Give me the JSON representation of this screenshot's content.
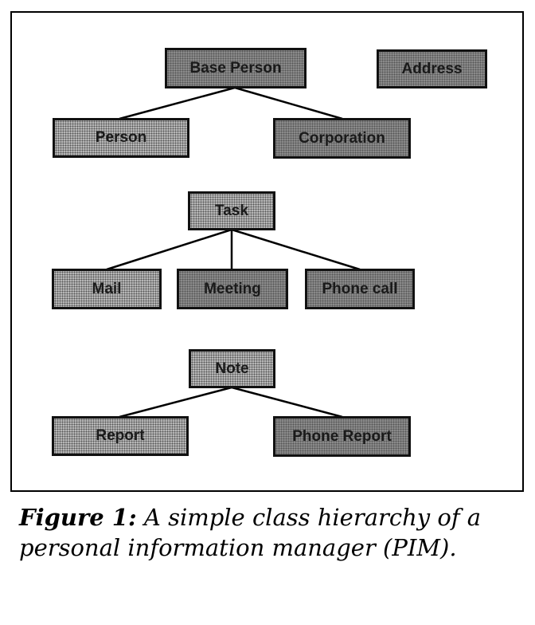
{
  "nodes": {
    "base_person": "Base Person",
    "address": "Address",
    "person": "Person",
    "corporation": "Corporation",
    "task": "Task",
    "mail": "Mail",
    "meeting": "Meeting",
    "phone_call": "Phone call",
    "note": "Note",
    "report": "Report",
    "phone_report": "Phone Report"
  },
  "edges": [
    [
      "Base Person",
      "Person"
    ],
    [
      "Base Person",
      "Corporation"
    ],
    [
      "Task",
      "Mail"
    ],
    [
      "Task",
      "Meeting"
    ],
    [
      "Task",
      "Phone call"
    ],
    [
      "Note",
      "Report"
    ],
    [
      "Note",
      "Phone Report"
    ]
  ],
  "caption": {
    "label": "Figure 1:",
    "text": " A simple class hierarchy of a personal information manager (PIM)."
  }
}
